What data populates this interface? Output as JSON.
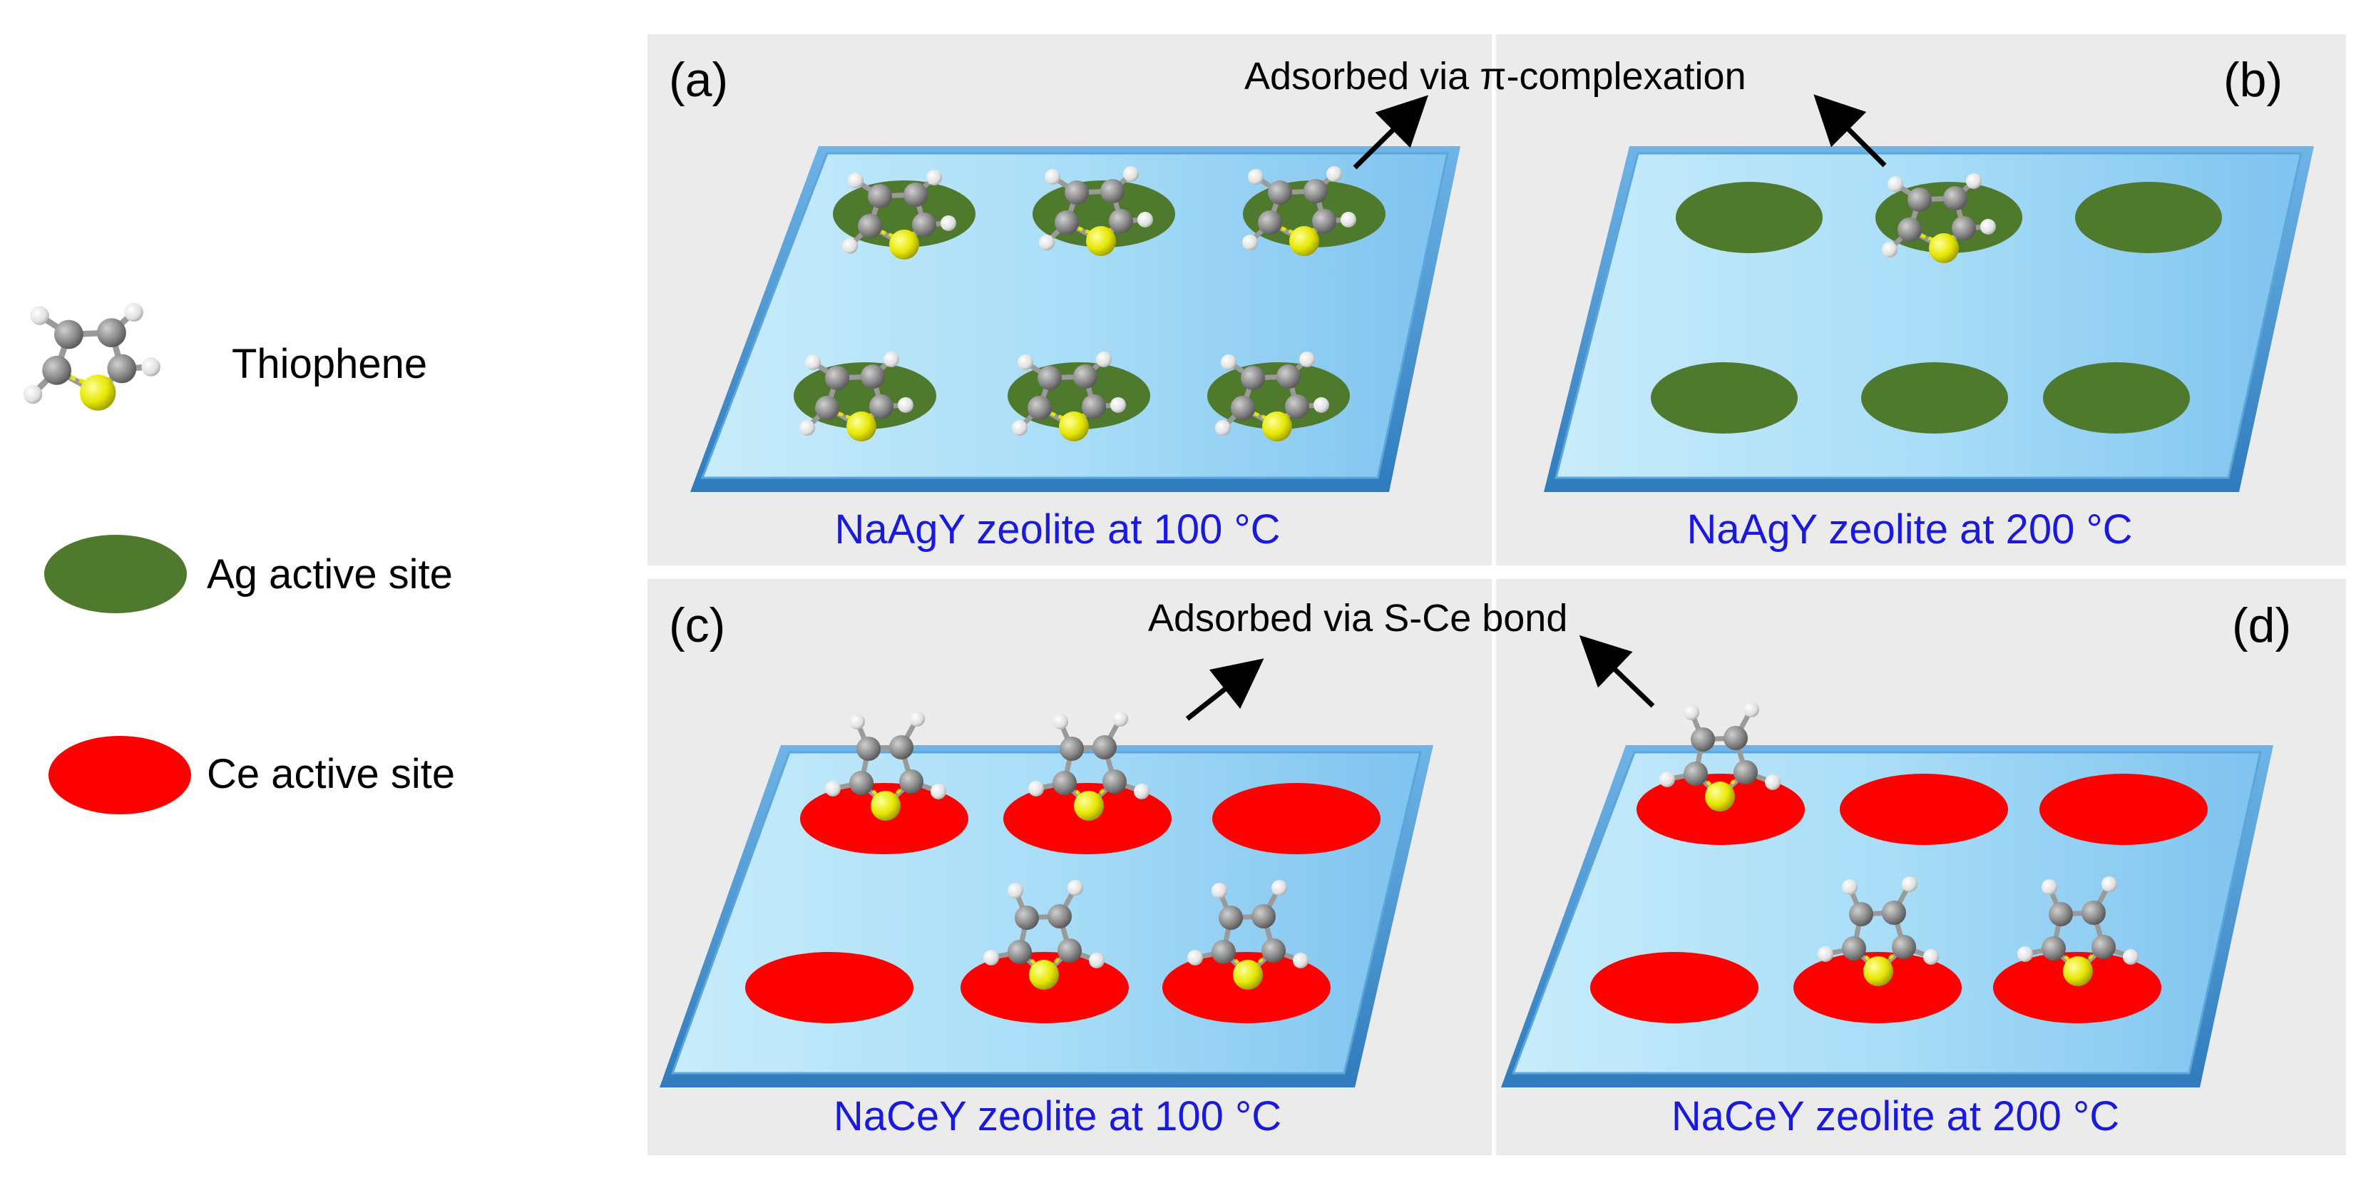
{
  "legend": {
    "thiophene_label": "Thiophene",
    "ag_label": "Ag active site",
    "ce_label": "Ce active site"
  },
  "panels": {
    "a": {
      "letter": "(a)",
      "caption": "NaAgY zeolite at 100 °C"
    },
    "b": {
      "letter": "(b)",
      "caption": "NaAgY zeolite at 200 °C"
    },
    "c": {
      "letter": "(c)",
      "caption": "NaCeY zeolite at 100 °C"
    },
    "d": {
      "letter": "(d)",
      "caption": "NaCeY zeolite at 200 °C"
    }
  },
  "annotations": {
    "pi_complexation": "Adsorbed via π-complexation",
    "s_ce_bond": "Adsorbed via S-Ce bond"
  },
  "colors": {
    "panel_background": "#ebebeb",
    "zeolite_surface": "#9fd6f6",
    "ag_site": "#4f7a2e",
    "ce_site": "#ff0000",
    "caption_text": "#1a1adf",
    "sulfur_atom": "#e6e600",
    "carbon_atom": "#8a8a8a",
    "hydrogen_atom": "#e8e8e8"
  }
}
